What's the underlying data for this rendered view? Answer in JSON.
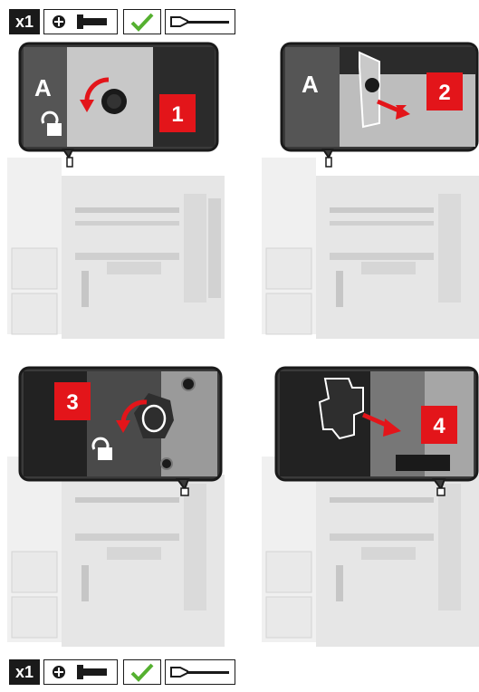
{
  "toolbar_top": {
    "count_label": "x1",
    "check_color": "#55b030"
  },
  "toolbar_bottom": {
    "count_label": "x1",
    "check_color": "#55b030"
  },
  "steps": [
    {
      "number": "1",
      "callout_letter": "A"
    },
    {
      "number": "2",
      "callout_letter": "A"
    },
    {
      "number": "3"
    },
    {
      "number": "4"
    }
  ],
  "colors": {
    "badge": "#e3151a",
    "callout_bg": "#3a3a3a",
    "callout_border": "#1a1a1a",
    "printer": "#e6e6e6"
  }
}
